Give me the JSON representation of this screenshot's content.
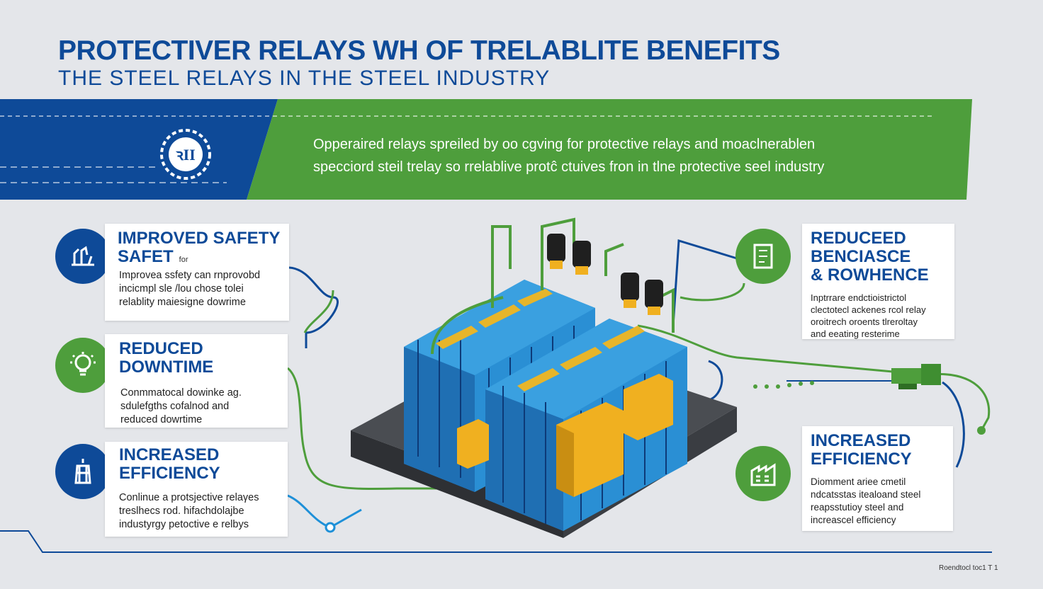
{
  "header": {
    "title": "PROTECTIVER RELAYS WH OF TRELABLITE BENEFITS",
    "subtitle": "THE STEEL RELAYS IN THE STEEL INDUSTRY"
  },
  "banner": {
    "line1": "Opperaired relays spreiled by oo cgving for protective relays  and moaclnerablen",
    "line2": "specciord steil trelay so rrelablive protĉ ctuives fron in tlne protective seel industry",
    "emblem_icon": "gear-emblem-icon",
    "colors": {
      "blue": "#0e4a98",
      "green": "#4e9e3c"
    }
  },
  "left_cards": [
    {
      "title": "IMPROVED SAFETY",
      "title2": "SAFET",
      "note": "for",
      "text1": "Improvea ssfety can rnprovobd",
      "text2": "incicmpl sle  /lou chose tolei",
      "text3": "relablity maiesigne dowrime",
      "icon": "hands-icon"
    },
    {
      "title": "REDUCED",
      "title2": "DOWNTIME",
      "text1": "Conmmatocal dowinke ag.",
      "text2": "sdulefgths  cofalnod and",
      "text3": "reduced dowrtime",
      "icon": "lightbulb-icon"
    },
    {
      "title": "INCREASED",
      "title2": "EFFICIENCY",
      "text1": "Conlinue  a protsjective relaγes",
      "text2": "treslhecs rod. hifachdolajbe",
      "text3": "industyrgy petoctive e relbys",
      "icon": "tower-icon"
    }
  ],
  "right_cards": [
    {
      "title": "REDUCEED",
      "title2": "BENCIASCE",
      "title3": "& ROWHENCE",
      "text1": "Inptrrare endctioistrictol",
      "text2": "clectotecl ackenes rcol relay",
      "text3": "oroitrech oroents tlreroltay",
      "text4": "and eeating resterime",
      "icon": "circuit-board-icon"
    },
    {
      "title": "INCREASED",
      "title2": "EFFICIENCY",
      "text1": "Diomment ariee cmetil",
      "text2": "ndcatsstas itealoand steel",
      "text3": "reapsstutioy steel and",
      "text4": "increascel efficiency",
      "icon": "factory-icon"
    }
  ],
  "footer": {
    "note": "Roendtocl toc1 T   1"
  }
}
